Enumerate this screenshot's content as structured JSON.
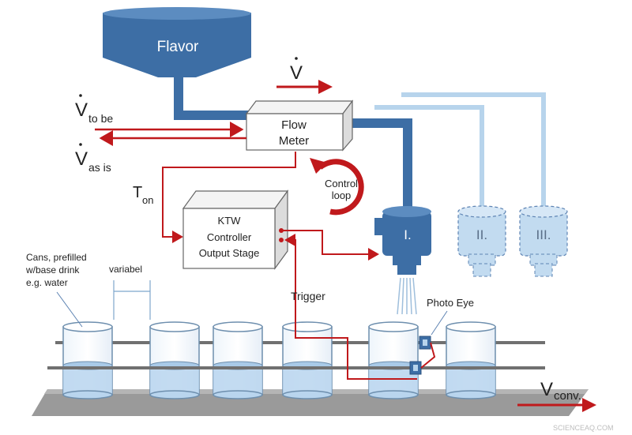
{
  "tank": {
    "label": "Flavor"
  },
  "flow": {
    "v_dot": "V",
    "v_tobe": "V",
    "v_tobe_sub": "to be",
    "v_asis": "V",
    "v_asis_sub": "as is",
    "t": "T",
    "t_sub": "on"
  },
  "flow_meter": {
    "line1": "Flow",
    "line2": "Meter"
  },
  "control_loop": {
    "line1": "Control",
    "line2": "loop"
  },
  "controller": {
    "line1": "KTW",
    "line2": "Controller",
    "line3": "Output Stage"
  },
  "valves": [
    {
      "label": "I."
    },
    {
      "label": "II."
    },
    {
      "label": "III."
    }
  ],
  "cans_note": {
    "line1": "Cans, prefilled",
    "line2": "w/base drink",
    "line3": "e.g. water"
  },
  "spacing": {
    "label": "variabel"
  },
  "trigger": {
    "label": "Trigger"
  },
  "photo_eye": {
    "label": "Photo Eye"
  },
  "conveyor": {
    "v": "V",
    "v_sub": "conv."
  },
  "watermark": {
    "text": "SCIENCEAQ.COM"
  },
  "colors": {
    "blue_dark": "#3d6ea5",
    "blue_light": "#b7d4ec",
    "red": "#c0191c",
    "gray": "#777777"
  }
}
